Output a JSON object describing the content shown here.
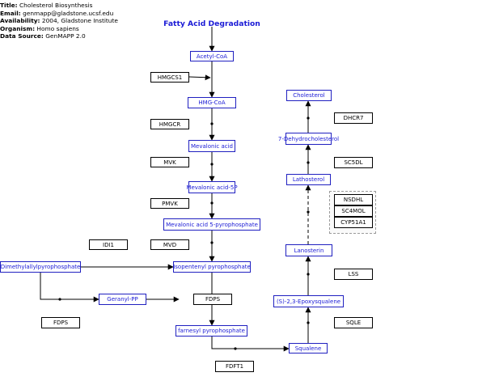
{
  "info": {
    "title_label": "Title:",
    "title_value": "Cholesterol Biosynthesis",
    "email_label": "Email:",
    "email_value": "genmapp@gladstone.ucsf.edu",
    "availability_label": "Availability:",
    "availability_value": "2004, Gladstone Institute",
    "organism_label": "Organism:",
    "organism_value": "Homo sapiens",
    "source_label": "Data Source:",
    "source_value": "GenMAPP 2.0"
  },
  "pathway_title": "Fatty Acid Degradation",
  "metabolites": {
    "acetyl_coa": "Acetyl-CoA",
    "hmg_coa": "HMG-CoA",
    "mevalonic_acid": "Mevalonic acid",
    "mevalonic_acid_5p": "Mevalonic acid-5P",
    "mevalonic_acid_5pp": "Mevalonic acid 5-pyrophosphate",
    "isopentenyl_pp": "Isopentenyl pyrophosphate",
    "dimethylallyl_pp": "Dimethylallylpyrophosphate",
    "geranyl_pp": "Geranyl-PP",
    "farnesyl_pp": "farnesyl pyrophosphate",
    "squalene": "Squalene",
    "epoxysqualene": "(S)-2,3-Epoxysqualene",
    "lanosterin": "Lanosterin",
    "lathosterol": "Lathosterol",
    "dehydrocholesterol": "7-Dehydrocholesterol",
    "cholesterol": "Cholesterol"
  },
  "genes": {
    "hmgcs1": "HMGCS1",
    "hmgcr": "HMGCR",
    "mvk": "MVK",
    "pmvk": "PMVK",
    "mvd": "MVD",
    "idi1": "IDI1",
    "fdps_upper": "FDPS",
    "fdps_lower": "FDPS",
    "fdft1": "FDFT1",
    "sqle": "SQLE",
    "lss": "LSS",
    "nsdhl": "NSDHL",
    "sc4mol": "SC4MOL",
    "cyp51a1": "CYP51A1",
    "sc5dl": "SC5DL",
    "dhcr7": "DHCR7"
  },
  "colors": {
    "metabolite": "#1b1bd6",
    "metabolite_border": "#2020c0",
    "gene_border": "#000000",
    "title": "#1b1bd6"
  }
}
